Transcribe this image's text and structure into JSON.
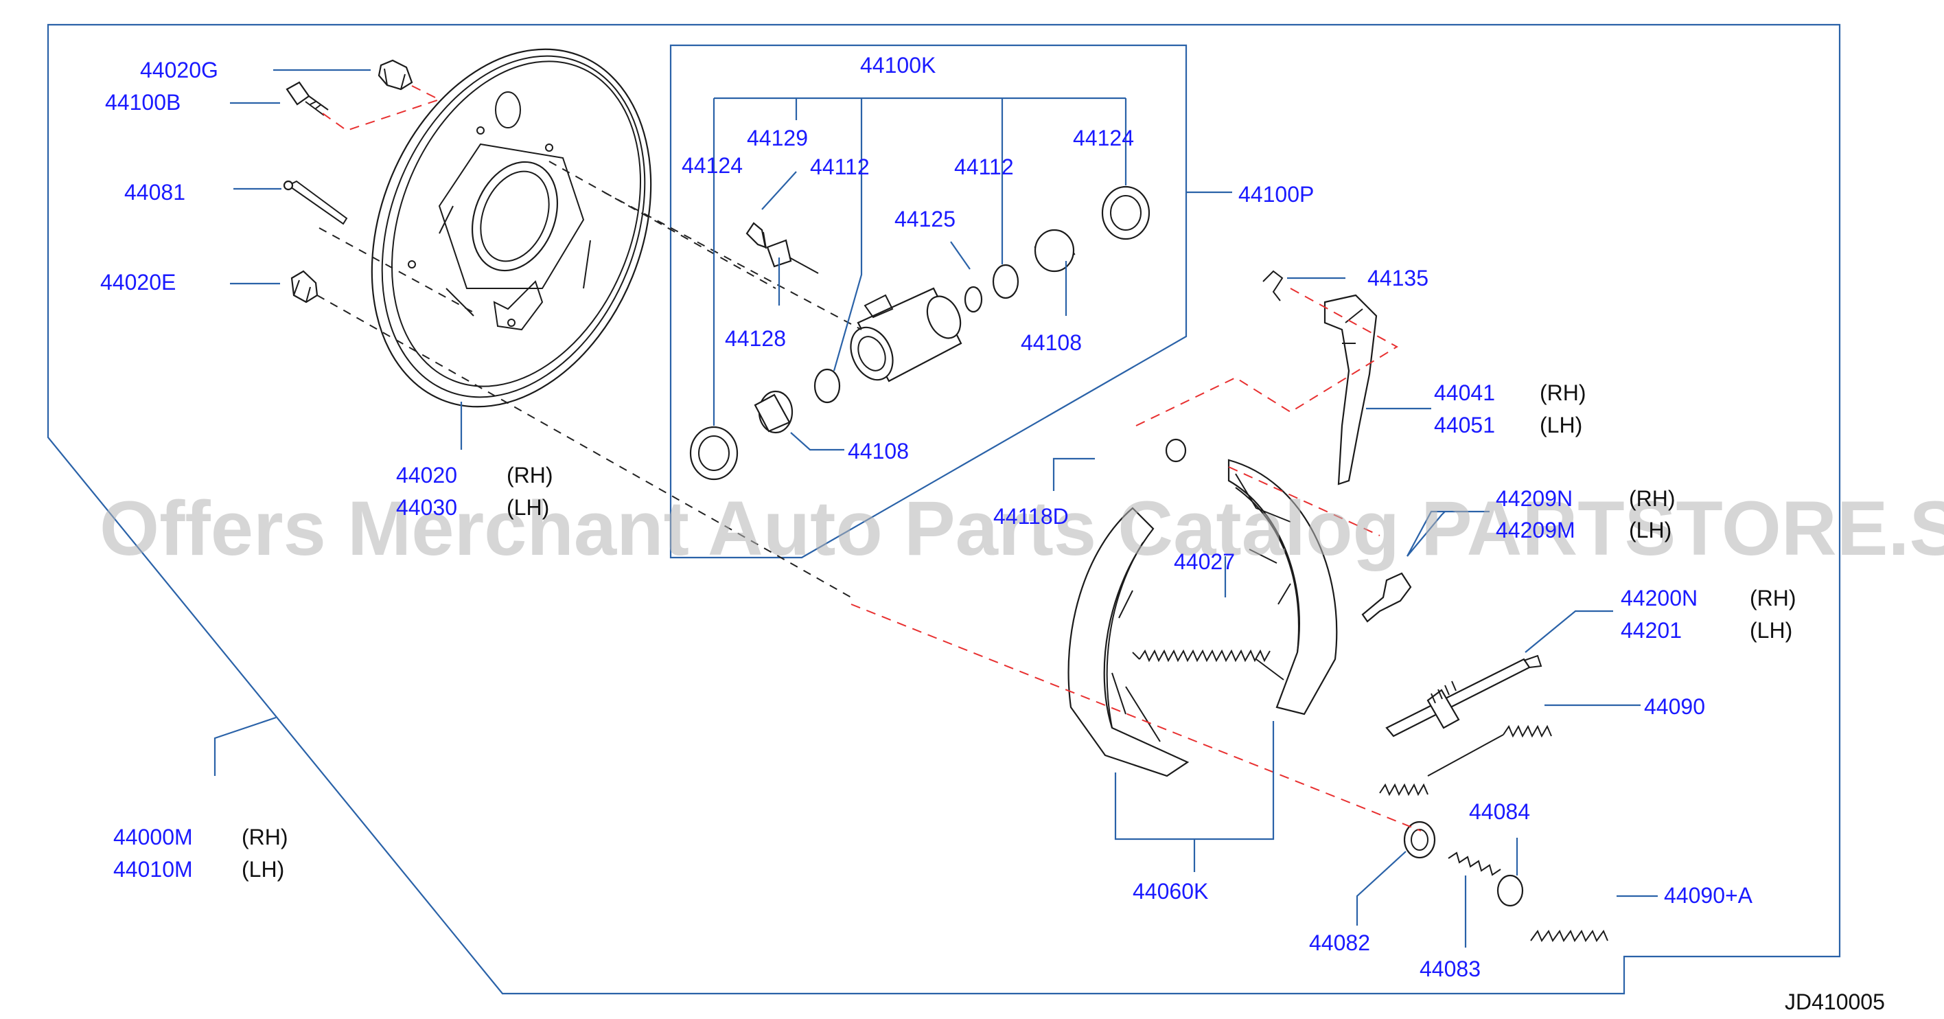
{
  "diagram_code": "JD410005",
  "watermark": "Offers Merchant Auto Parts Catalog PARTSTORE.SA",
  "parts": {
    "p44020G": "44020G",
    "p44100B": "44100B",
    "p44081": "44081",
    "p44020E": "44020E",
    "p44020": "44020",
    "p44030": "44030",
    "p44000M": "44000M",
    "p44010M": "44010M",
    "p44100K": "44100K",
    "p44129": "44129",
    "p44124a": "44124",
    "p44112a": "44112",
    "p44112b": "44112",
    "p44124b": "44124",
    "p44125": "44125",
    "p44128": "44128",
    "p44108a": "44108",
    "p44108b": "44108",
    "p44100P": "44100P",
    "p44135": "44135",
    "p44041": "44041",
    "p44051": "44051",
    "p44118D": "44118D",
    "p44209N": "44209N",
    "p44209M": "44209M",
    "p44027": "44027",
    "p44200N": "44200N",
    "p44201": "44201",
    "p44090": "44090",
    "p44084": "44084",
    "p44090A": "44090+A",
    "p44060K": "44060K",
    "p44082": "44082",
    "p44083": "44083"
  },
  "sides": {
    "rh": "(RH)",
    "lh": "(LH)"
  }
}
